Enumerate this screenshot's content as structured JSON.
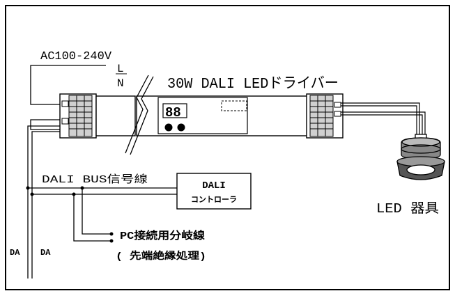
{
  "colors": {
    "ink": "#000000",
    "paper": "#ffffff",
    "body_gray": "#d0d0d0"
  },
  "labels": {
    "ac_input": "AC100-240V",
    "line_l": "L",
    "line_n": "N",
    "driver_title": "30W DALI LEDドライバー",
    "display_digits": "88",
    "dali_bus": "DALI BUS信号線",
    "controller_line1": "DALI",
    "controller_line2": "コントローラ",
    "pc_branch": "PC接続用分岐線",
    "insulation_note": "( 先端絶縁処理)",
    "led_fixture": "LED 器具",
    "da_left": "DA",
    "da_right": "DA"
  }
}
